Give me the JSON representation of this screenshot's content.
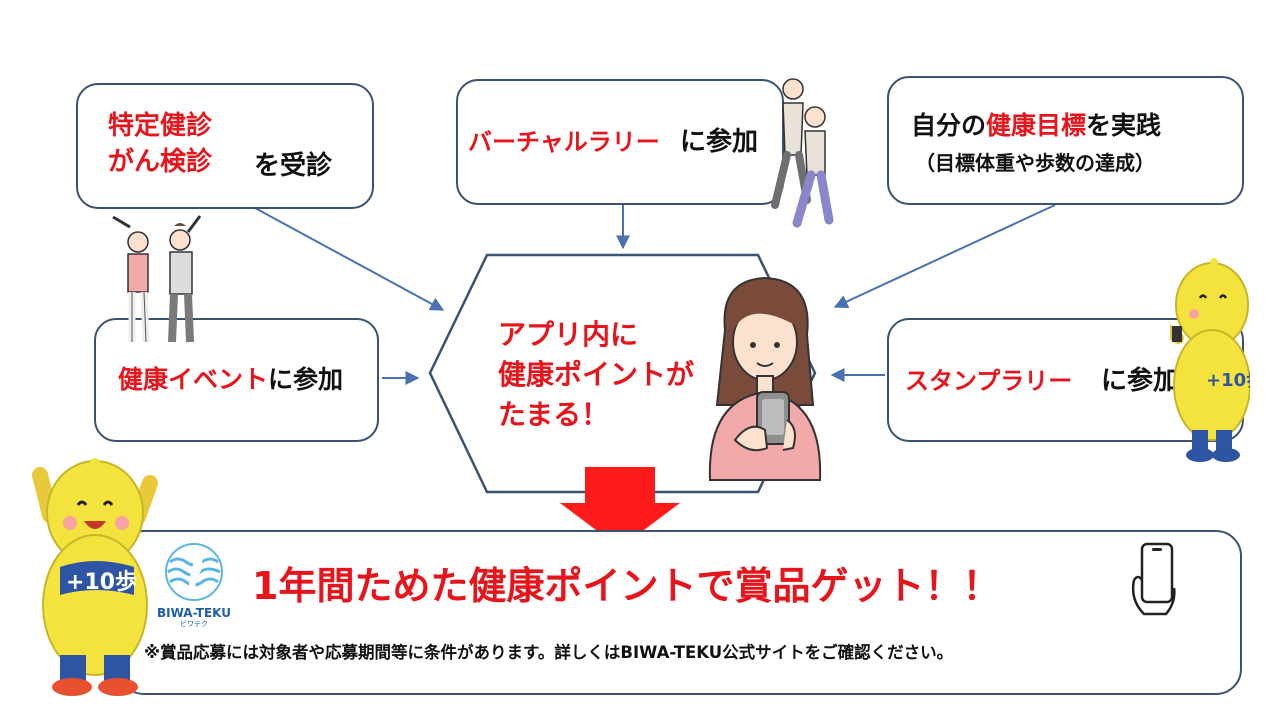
{
  "activities": {
    "checkup": {
      "line1": "特定健診",
      "line2": "がん検診",
      "action": "を受診"
    },
    "rally": {
      "name": "バーチャルラリー",
      "action": "に参加"
    },
    "goal": {
      "pre": "自分の",
      "highlight": "健康目標",
      "post": "を実践",
      "sub": "（目標体重や歩数の達成）"
    },
    "event": {
      "name": "健康イベント",
      "action": "に参加"
    },
    "stamp": {
      "name": "スタンプラリー",
      "action": "に参加"
    }
  },
  "center": {
    "line1": "アプリ内に",
    "line2": "健康ポイントが",
    "line3": "たまる！"
  },
  "result": {
    "headline": "1年間ためた健康ポイントで賞品ゲット！！",
    "note": "※賞品応募には対象者や応募期間等に条件があります。詳しくはBIWA-TEKU公式サイトをご確認ください。"
  },
  "logo": {
    "name": "BIWA-TEKU",
    "kana": "ビワテク"
  },
  "mascot": {
    "badge": "+10歩"
  },
  "colors": {
    "accent": "#e8141b",
    "border": "#3b5273",
    "arrow": "#4a72b0",
    "mascot": "#f3e33c"
  }
}
